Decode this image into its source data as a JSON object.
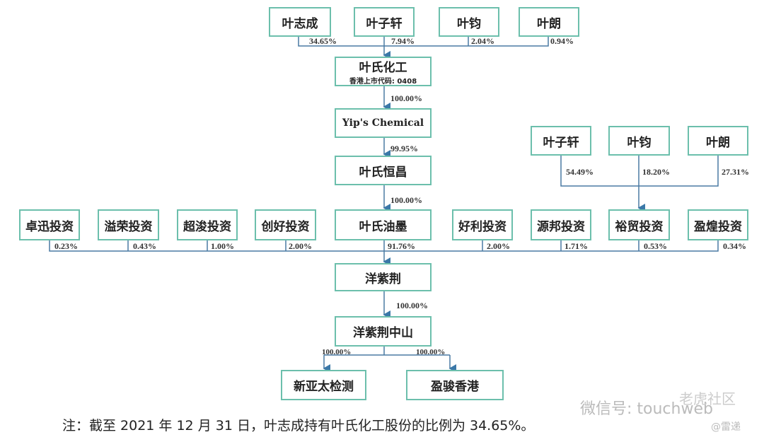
{
  "top_shareholders": [
    {
      "name": "叶志成",
      "pct": "34.65%"
    },
    {
      "name": "叶子轩",
      "pct": "7.94%"
    },
    {
      "name": "叶钧",
      "pct": "2.04%"
    },
    {
      "name": "叶朗",
      "pct": "0.94%"
    }
  ],
  "chain": [
    {
      "name": "叶氏化工",
      "sub": "香港上市代码: 0408",
      "pct_below": "100.00%"
    },
    {
      "name": "Yip's Chemical",
      "pct_below": "99.95%"
    },
    {
      "name": "叶氏恒昌",
      "pct_below": "100.00%"
    },
    {
      "name": "叶氏油墨",
      "pct_below": "91.76%"
    },
    {
      "name": "洋紫荆",
      "pct_below": "100.00%"
    },
    {
      "name": "洋紫荆中山"
    }
  ],
  "left_investors": [
    {
      "name": "卓迅投资",
      "pct": "0.23%"
    },
    {
      "name": "溢荣投资",
      "pct": "0.43%"
    },
    {
      "name": "超浚投资",
      "pct": "1.00%"
    },
    {
      "name": "创好投资",
      "pct": "2.00%"
    }
  ],
  "right_investors": [
    {
      "name": "好利投资",
      "pct": "2.00%"
    },
    {
      "name": "源邦投资",
      "pct": "1.71%"
    },
    {
      "name": "裕贸投资",
      "pct": "0.53%"
    },
    {
      "name": "盈煌投资",
      "pct": "0.34%"
    }
  ],
  "yumao_owners": [
    {
      "name": "叶子轩",
      "pct": "54.49%"
    },
    {
      "name": "叶钧",
      "pct": "18.20%"
    },
    {
      "name": "叶朗",
      "pct": "27.31%"
    }
  ],
  "subsidiaries": [
    {
      "name": "新亚太检测",
      "pct": "100.00%"
    },
    {
      "name": "盈骏香港",
      "pct": "100.00%"
    }
  ],
  "note": "注：截至 2021 年 12 月 31 日，叶志成持有叶氏化工股份的比例为 34.65%。",
  "watermark": {
    "wechat": "微信号: touchweb",
    "brand": "老虎社区",
    "handle": "@雷递"
  }
}
